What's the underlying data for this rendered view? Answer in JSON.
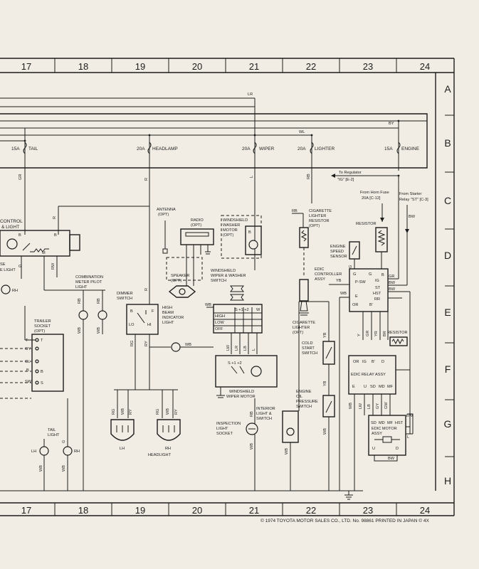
{
  "columns": [
    "17",
    "18",
    "19",
    "20",
    "21",
    "22",
    "23",
    "24"
  ],
  "rows": [
    "A",
    "B",
    "C",
    "D",
    "E",
    "F",
    "G",
    "H"
  ],
  "fuses": [
    {
      "amp": "15A",
      "name": "TAIL"
    },
    {
      "amp": "20A",
      "name": "HEADLAMP"
    },
    {
      "amp": "20A",
      "name": "WIPER"
    },
    {
      "amp": "20A",
      "name": "LIGHTER"
    },
    {
      "amp": "15A",
      "name": "ENGINE"
    }
  ],
  "wire_codes": {
    "lr": "LR",
    "wl": "WL",
    "by": "BY",
    "gr": "GR",
    "r": "R",
    "l": "L",
    "rb": "RB",
    "b": "B",
    "g": "G",
    "ly": "LY",
    "rw": "RW",
    "rr": "RR",
    "wb": "WB",
    "ry": "RY",
    "lw": "LW",
    "lb": "LB",
    "y": "Y",
    "yb": "YB",
    "yr": "YR",
    "br": "BR",
    "bw": "BW",
    "ri": "RI",
    "gw": "GW"
  },
  "labels": {
    "to_regulator_1": "To Regulator",
    "to_regulator_2": "\"IG\" [E-2]",
    "from_horn_1": "From Horn Fuse",
    "from_horn_2": "20A [C-12]",
    "from_starter_1": "From Starter",
    "from_starter_2": "Relay \"ST\" [C-3]",
    "control_1": "CONTROL",
    "control_2": "& LIGHT",
    "se_1": "SE",
    "se_2": "E LIGHT",
    "rh": "RH",
    "lh": "LH",
    "antenna_1": "ANTENNA",
    "antenna_2": "(OPT)",
    "radio_1": "RADIO",
    "radio_2": "(OPT)",
    "speaker_1": "SPEAKER",
    "speaker_2": "(OPT)",
    "ws_motor_1": "WINDSHIELD",
    "ws_motor_2": "WASHER",
    "ws_motor_3": "MOTOR",
    "ws_motor_4": "(OPT)",
    "ww_switch_1": "WINDSHIELD",
    "ww_switch_2": "WIPER & WASHER",
    "ww_switch_3": "SWITCH",
    "cig_res_1": "CIGARETTE",
    "cig_res_2": "LIGHTER",
    "cig_res_3": "RESISTOR",
    "cig_res_4": "(OPT)",
    "resistor": "RESISTOR",
    "speed_sensor_1": "ENGINE",
    "speed_sensor_2": "SPEED",
    "speed_sensor_3": "SENSOR",
    "edic_ctrl_1": "EDIC",
    "edic_ctrl_2": "CONTROLLER",
    "edic_ctrl_3": "ASSY",
    "combo_1": "COMBINATION",
    "combo_2": "METER PILOT",
    "combo_3": "LIGHT",
    "dimmer_1": "DIMMER",
    "dimmer_2": "SWITCH",
    "hbi_1": "HIGH",
    "hbi_2": "BEAM",
    "hbi_3": "INDICATOR",
    "hbi_4": "LIGHT",
    "cig_light_1": "CIGARETTE",
    "cig_light_2": "LIGHTER",
    "cig_light_3": "(OPT)",
    "trailer_1": "TRAILER",
    "trailer_2": "SOCKET",
    "trailer_3": "(OPT)",
    "cold_start_1": "COLD",
    "cold_start_2": "START",
    "cold_start_3": "SWITCH",
    "edic_relay": "EDIC RELAY ASSY",
    "wiper_motor_1": "WINDSHIELD",
    "wiper_motor_2": "WIPER MOTOR",
    "oil_1": "ENGINE",
    "oil_2": "OIL",
    "oil_3": "PRESSURE",
    "oil_4": "SWITCH",
    "interior_1": "INTERIOR",
    "interior_2": "LIGHT &",
    "interior_3": "SWITCH",
    "inspection_1": "INSPECTION",
    "inspection_2": "LIGHT",
    "inspection_3": "SOCKET",
    "edic_motor_1": "EDIC MOTOR",
    "edic_motor_2": "ASSY",
    "tail_1": "TAIL",
    "tail_2": "LIGHT",
    "headlight": "HEADLIGHT",
    "high": "HIGH",
    "low": "LOW",
    "off": "OFF",
    "lo": "LO",
    "hi": "HI",
    "s12": "S +1 +2",
    "s12b": "S +1 +2",
    "w": "W",
    "m": "M",
    "trailer_pins": [
      "T",
      "GY",
      "GL",
      "B",
      "SW",
      "S",
      "B",
      "E"
    ],
    "ctrl_pins": [
      "G",
      "P-SW",
      "E",
      "OR",
      "B'",
      "O",
      "B",
      "IG",
      "ST",
      "HST",
      "RR",
      "GR",
      "BW",
      "BW"
    ],
    "relay_top": [
      "OR",
      "IG",
      "B'",
      "D"
    ],
    "relay_bottom": [
      "E",
      "U",
      "SD",
      "MD",
      "MF"
    ],
    "motor_top": [
      "SD",
      "MD",
      "MF",
      "HST"
    ],
    "motor_bottom": [
      "U",
      "D"
    ]
  },
  "footer": "© 1974 TOYOTA MOTOR SALES CO., LTD. No. 98861 PRINTED IN JAPAN © 4X"
}
